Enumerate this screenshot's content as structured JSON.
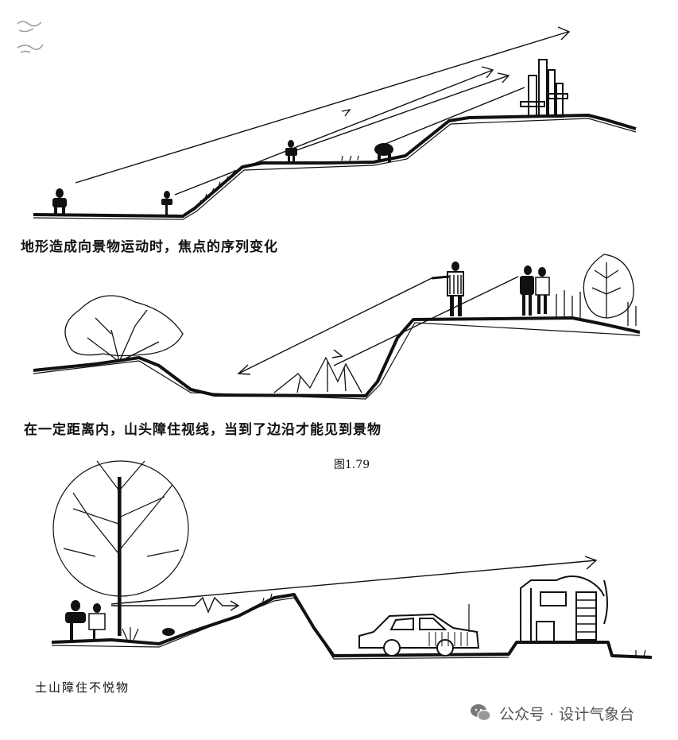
{
  "captions": {
    "panel1": "地形造成向景物运动时，焦点的序列变化",
    "panel2": "在一定距离内，山头障住视线，当到了边沿才能见到景物",
    "figure_number": "图1.79",
    "panel3": "土山障住不悦物"
  },
  "watermark": {
    "icon": "wechat-icon",
    "text": "公众号 · 设计气象台"
  }
}
